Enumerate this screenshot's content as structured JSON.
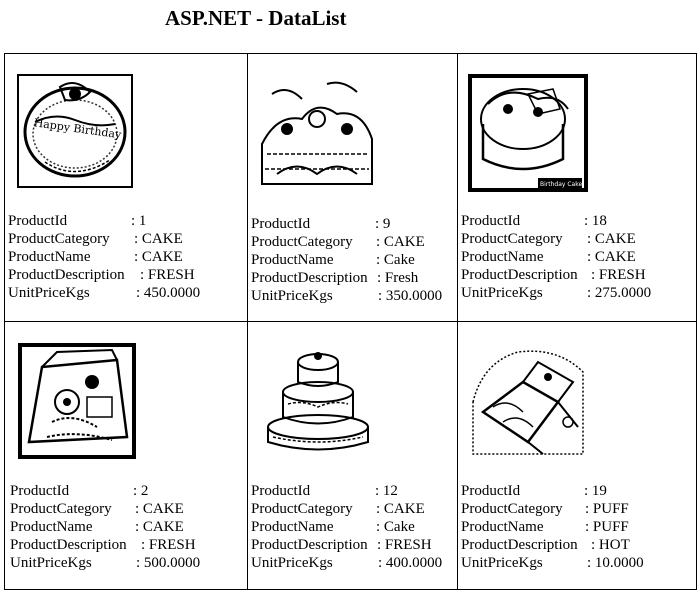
{
  "page": {
    "title": "ASP.NET - DataList"
  },
  "labels": {
    "product_id": "ProductId",
    "category": "ProductCategory",
    "name": "ProductName",
    "description": "ProductDescription",
    "price": "UnitPriceKgs"
  },
  "products": [
    {
      "image": "birthday-cake-photo",
      "id": ": 1",
      "category": ": CAKE",
      "name": ": CAKE",
      "description": ": FRESH",
      "price": ": 450.0000"
    },
    {
      "image": "cake-photo",
      "id": ": 9",
      "category": ": CAKE",
      "name": ": Cake",
      "description": ": Fresh",
      "price": ": 350.0000"
    },
    {
      "image": "cake-photo",
      "id": ": 18",
      "category": ": CAKE",
      "name": ": CAKE",
      "description": ": FRESH",
      "price": ": 275.0000"
    },
    {
      "image": "tiered-cake-photo",
      "id": ": 2",
      "category": ": CAKE",
      "name": ": CAKE",
      "description": ": FRESH",
      "price": ": 500.0000"
    },
    {
      "image": "tiered-cake-photo",
      "id": ": 12",
      "category": ": CAKE",
      "name": ": Cake",
      "description": ": FRESH",
      "price": ": 400.0000"
    },
    {
      "image": "puff-pastry-photo",
      "id": ": 19",
      "category": ": PUFF",
      "name": ": PUFF",
      "description": ": HOT",
      "price": ": 10.0000"
    }
  ]
}
